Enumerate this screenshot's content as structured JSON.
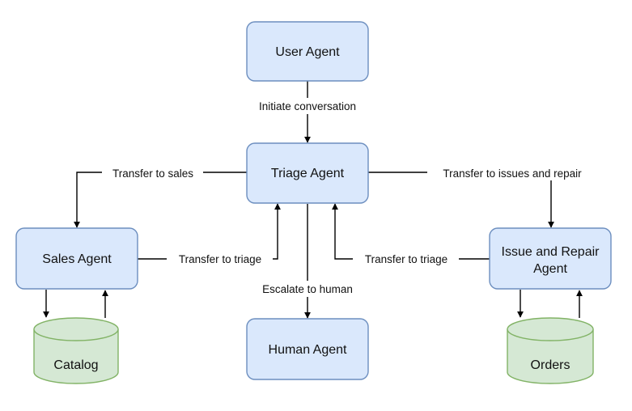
{
  "colors": {
    "agent_fill": "#dae8fc",
    "agent_stroke": "#6c8ebf",
    "db_fill": "#d5e8d4",
    "db_stroke": "#82b366",
    "edge": "#000000"
  },
  "nodes": {
    "user_agent": "User Agent",
    "triage_agent": "Triage Agent",
    "sales_agent": "Sales Agent",
    "issue_repair_agent_line1": "Issue and Repair",
    "issue_repair_agent_line2": "Agent",
    "human_agent": "Human Agent",
    "catalog": "Catalog",
    "orders": "Orders"
  },
  "edges": {
    "initiate": "Initiate conversation",
    "to_sales": "Transfer to sales",
    "to_issues": "Transfer to issues and repair",
    "sales_to_triage": "Transfer to triage",
    "issue_to_triage": "Transfer to triage",
    "escalate": "Escalate to human"
  }
}
